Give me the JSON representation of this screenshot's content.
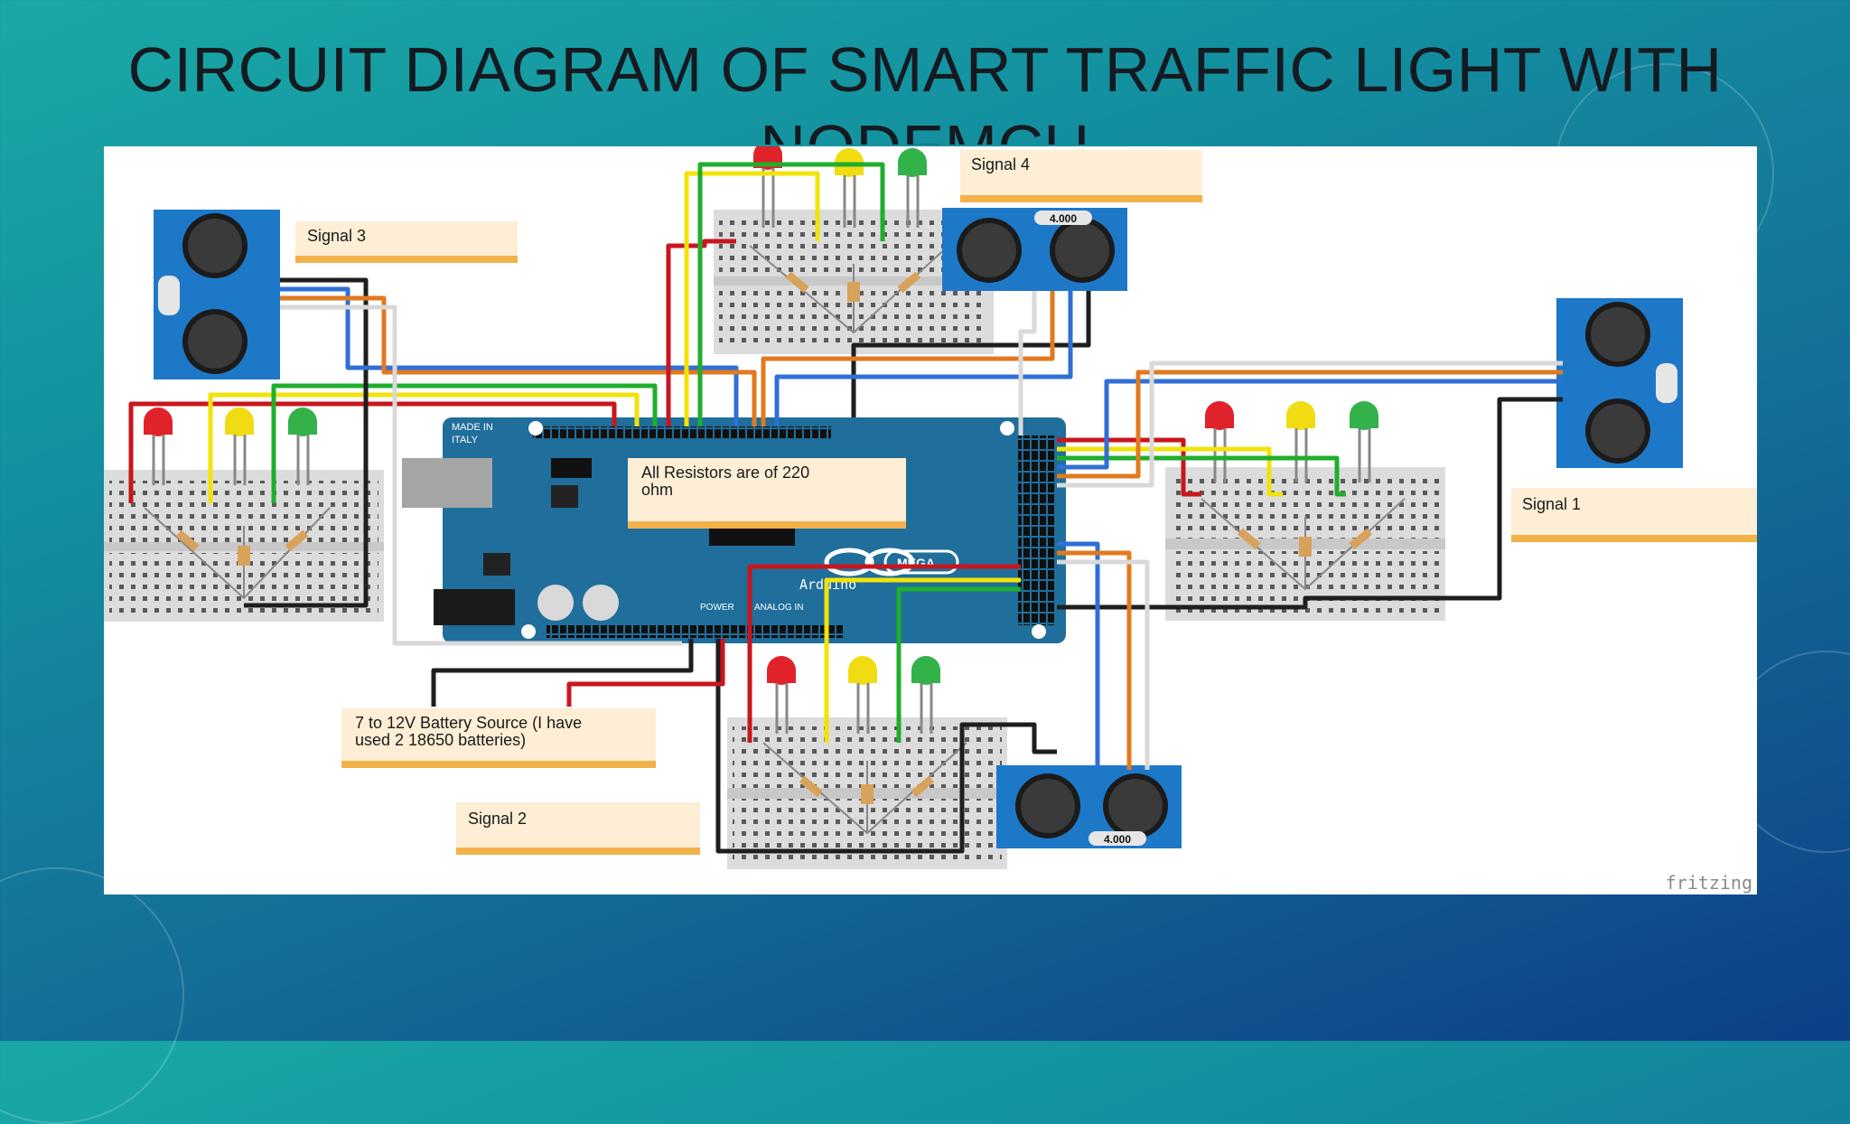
{
  "slide": {
    "title": "CIRCUIT DIAGRAM OF SMART TRAFFIC LIGHT WITH NODEMCU"
  },
  "diagram": {
    "signals": {
      "signal_1": "Signal 1",
      "signal_2": "Signal 2",
      "signal_3": "Signal 3",
      "signal_4": "Signal 4"
    },
    "notes": {
      "resistors": [
        "All Resistors are of 220",
        "ohm"
      ],
      "battery": [
        "7 to 12V Battery Source (I have",
        "used 2 18650 batteries)"
      ]
    },
    "board": {
      "made_in": [
        "MADE IN",
        "ITALY"
      ],
      "brand": "Arduino",
      "model": "MEGA",
      "section_power": "POWER",
      "section_analog": "ANALOG IN"
    },
    "sensor_label": "4.000",
    "watermark": "fritzing",
    "colors": {
      "wire_red": "#c8161d",
      "wire_yellow": "#f2e20a",
      "wire_green": "#1fae2c",
      "wire_blue": "#2f6fd6",
      "wire_orange": "#e07a1f",
      "wire_black": "#1e1e1e",
      "wire_white": "#d9d9d9",
      "board_blue": "#1f6e9b",
      "sensor_blue": "#1e78c8",
      "note_fill": "#fdeed5",
      "note_border": "#f3b14a"
    }
  }
}
